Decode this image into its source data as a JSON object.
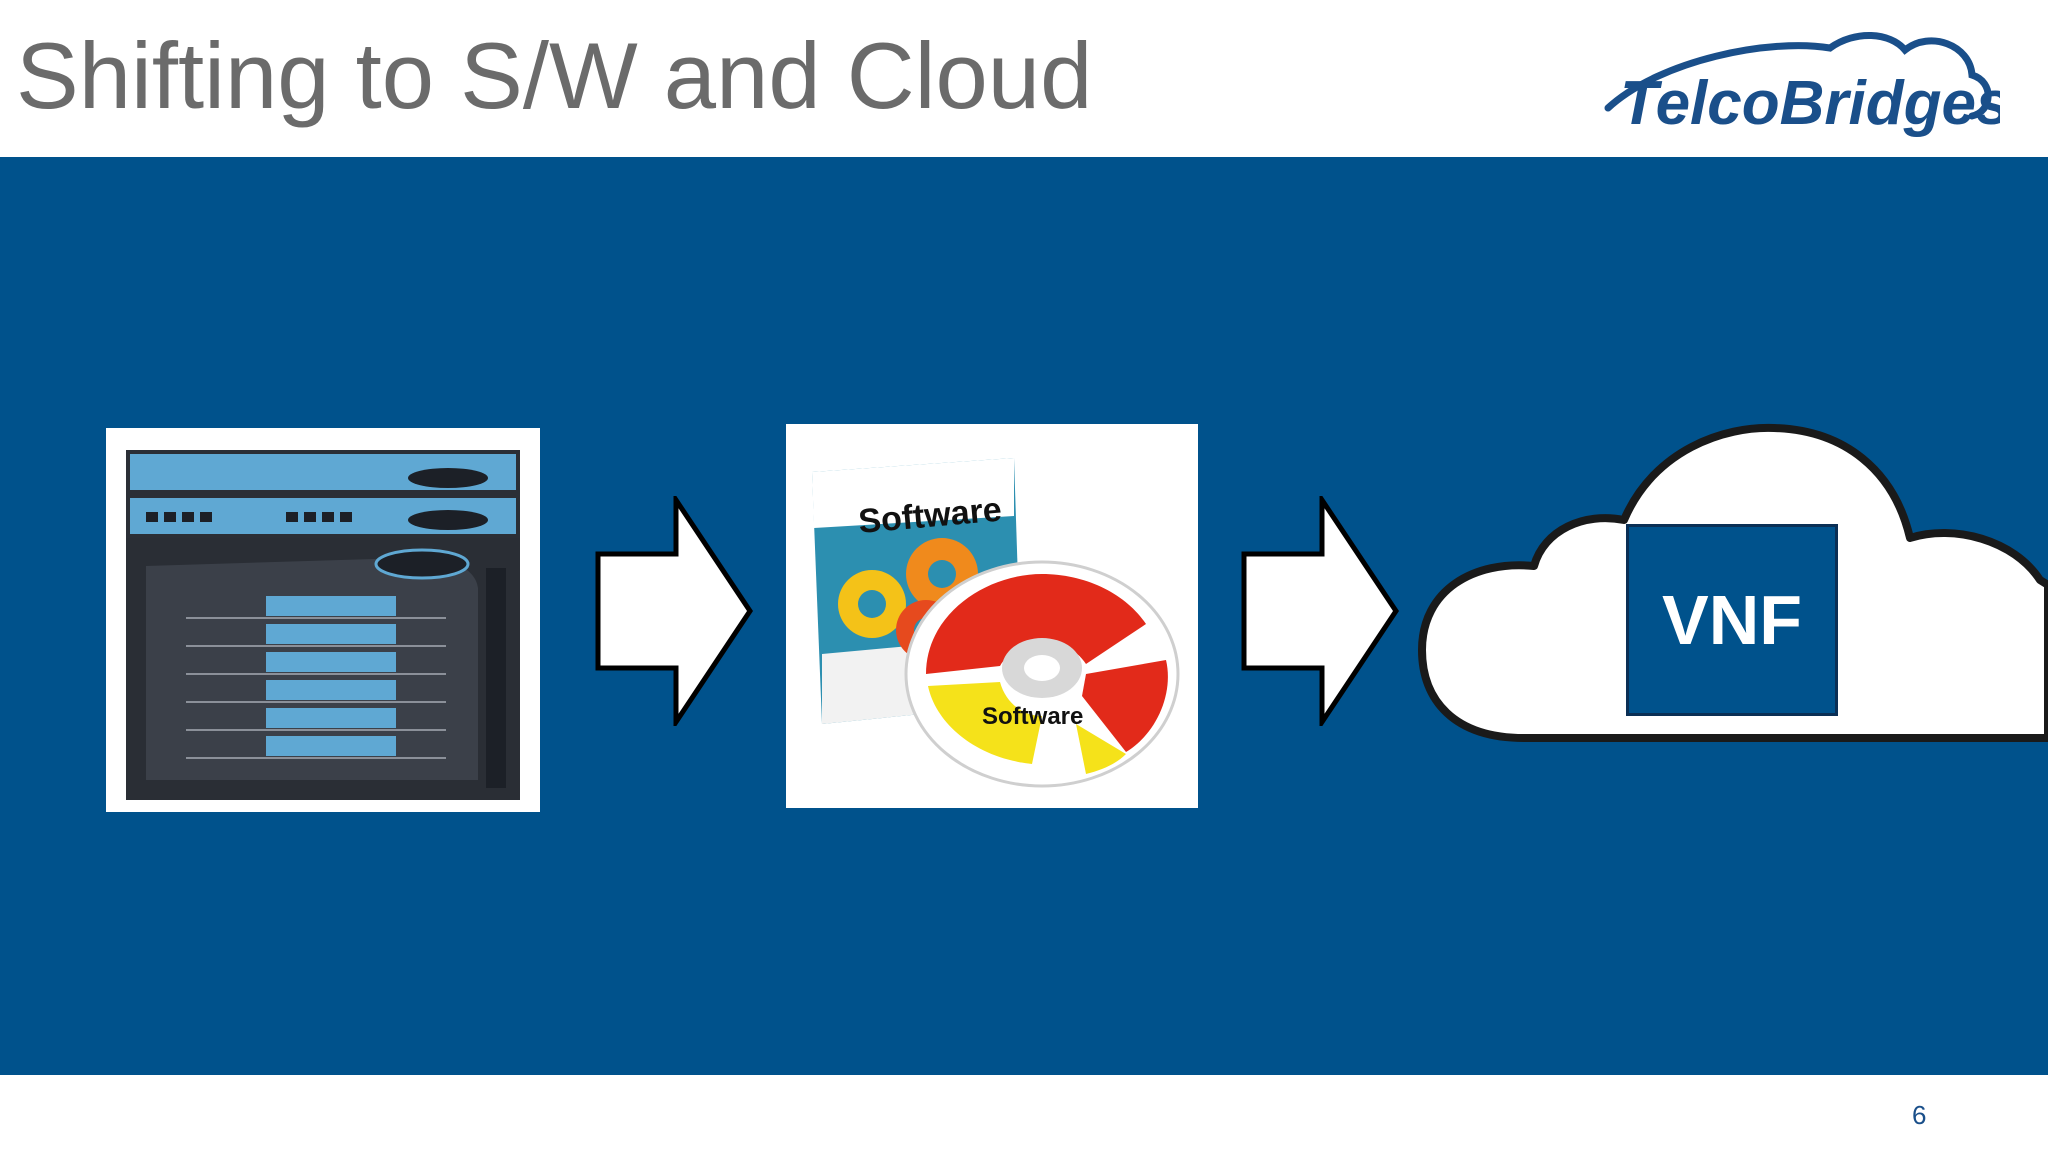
{
  "slide": {
    "title": "Shifting to S/W and Cloud",
    "logo_text": "TelcoBridges",
    "box_label": "Software",
    "disc_label": "Software",
    "vnf_label": "VNF",
    "page_number": "6"
  },
  "colors": {
    "band": "#00528c",
    "title": "#6b6b6b",
    "logo": "#1a4f8a",
    "vnf_fill": "#00528c"
  },
  "icons": {
    "hardware": "server-rack-image",
    "software": "software-box-image",
    "cloud": "cloud-icon",
    "arrow": "right-arrow-icon"
  }
}
